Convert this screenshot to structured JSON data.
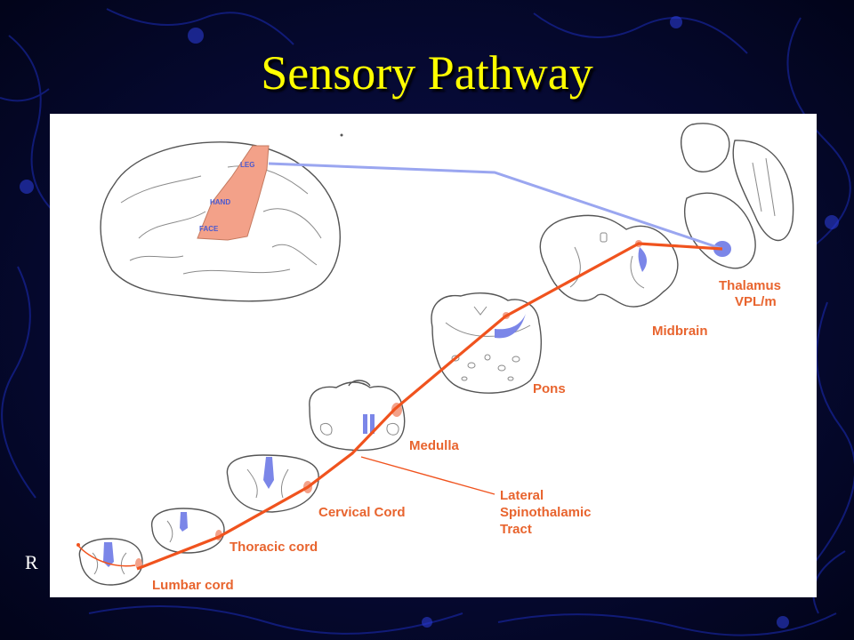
{
  "title": "Sensory Pathway",
  "side_letter": "R",
  "cortex_labels": {
    "leg": "LEG",
    "hand": "HAND",
    "face": "FACE"
  },
  "structure_labels": {
    "thalamus_line1": "Thalamus",
    "thalamus_line2": "VPL/m",
    "midbrain": "Midbrain",
    "pons": "Pons",
    "medulla": "Medulla",
    "tract_line1": "Lateral",
    "tract_line2": "Spinothalamic",
    "tract_line3": "Tract",
    "cervical": "Cervical Cord",
    "thoracic": "Thoracic cord",
    "lumbar": "Lumbar cord"
  },
  "colors": {
    "background": "#04061e",
    "title": "#ffff00",
    "panel": "#ffffff",
    "pathway": "#f0531e",
    "projection": "#9aa6f0",
    "nucleus": "#7b86e8",
    "cortex_area": "#f3a189",
    "label": "#e8642e"
  }
}
